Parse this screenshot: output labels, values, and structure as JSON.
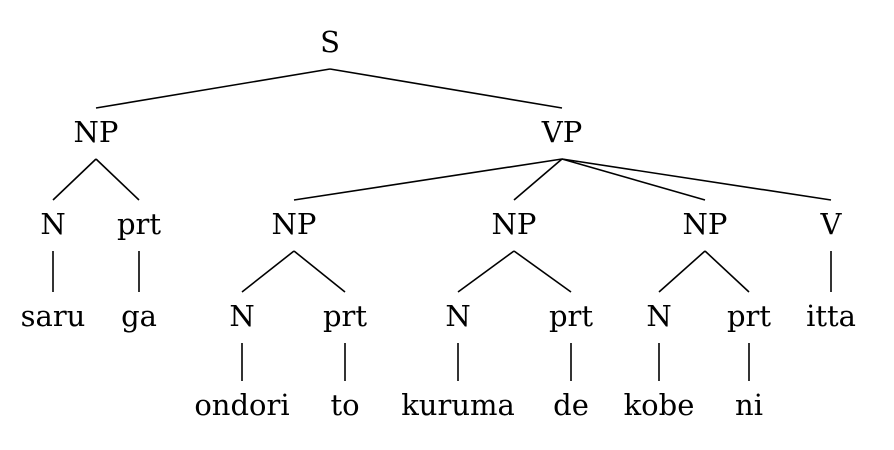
{
  "tree": {
    "label": "S",
    "children": [
      {
        "label": "NP",
        "children": [
          {
            "label": "N",
            "children": [
              {
                "label": "saru"
              }
            ]
          },
          {
            "label": "prt",
            "children": [
              {
                "label": "ga"
              }
            ]
          }
        ]
      },
      {
        "label": "VP",
        "children": [
          {
            "label": "NP",
            "children": [
              {
                "label": "N",
                "children": [
                  {
                    "label": "ondori"
                  }
                ]
              },
              {
                "label": "prt",
                "children": [
                  {
                    "label": "to"
                  }
                ]
              }
            ]
          },
          {
            "label": "NP",
            "children": [
              {
                "label": "N",
                "children": [
                  {
                    "label": "kuruma"
                  }
                ]
              },
              {
                "label": "prt",
                "children": [
                  {
                    "label": "de"
                  }
                ]
              }
            ]
          },
          {
            "label": "NP",
            "children": [
              {
                "label": "N",
                "children": [
                  {
                    "label": "kobe"
                  }
                ]
              },
              {
                "label": "prt",
                "children": [
                  {
                    "label": "ni"
                  }
                ]
              }
            ]
          },
          {
            "label": "V",
            "children": [
              {
                "label": "itta"
              }
            ]
          }
        ]
      }
    ]
  }
}
